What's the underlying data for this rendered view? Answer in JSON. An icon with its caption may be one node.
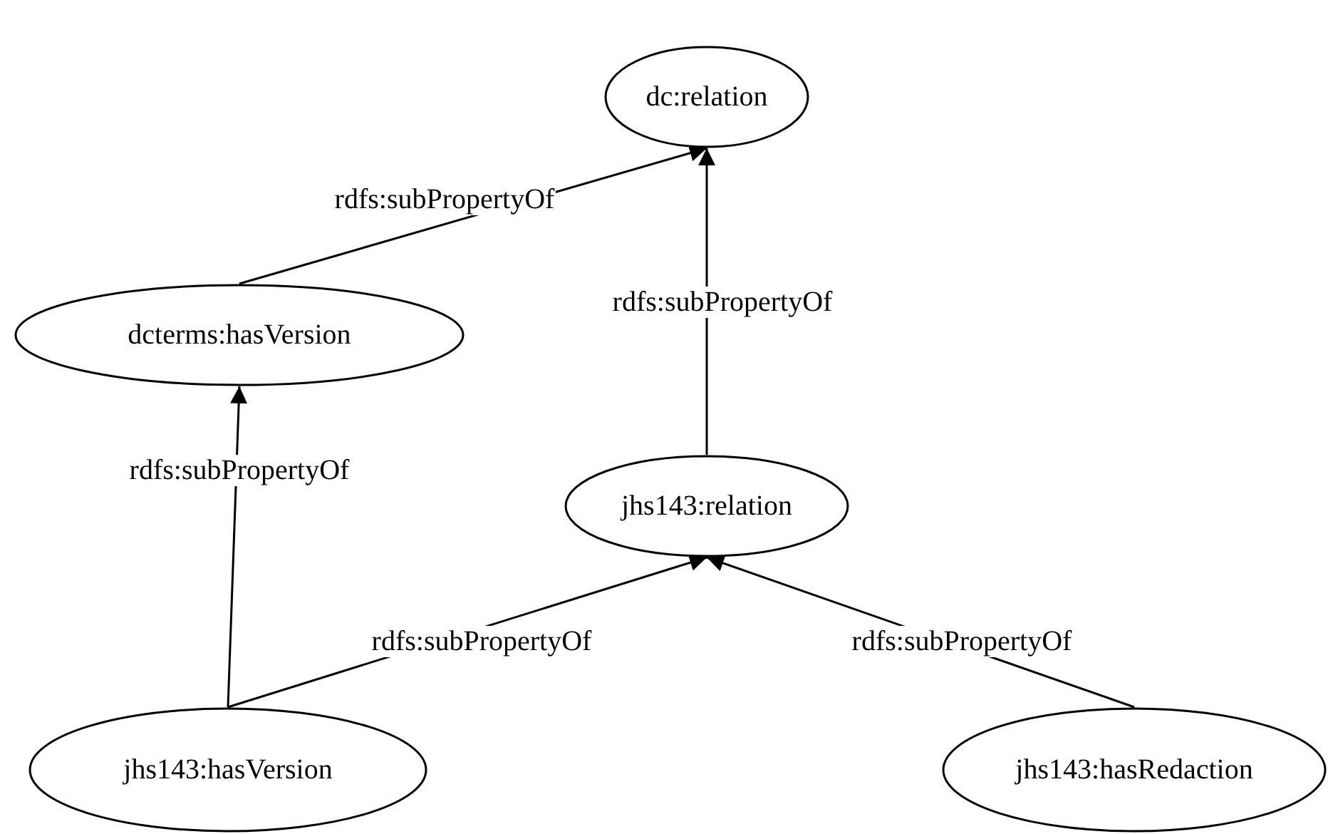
{
  "diagram": {
    "nodes": [
      {
        "text": [
          "dc:relation"
        ]
      },
      {
        "text": [
          "dcterms:hasVersion"
        ]
      },
      {
        "text": [
          "jhs143:relation"
        ]
      },
      {
        "text": [
          "jhs143:hasVersion"
        ]
      },
      {
        "text": [
          "jhs143:hasRedaction"
        ]
      }
    ],
    "edges": [
      {
        "from": 1,
        "to": 0,
        "arrow": "to",
        "label": "rdfs:subPropertyOf"
      },
      {
        "from": 2,
        "to": 0,
        "arrow": "to",
        "label": "rdfs:subPropertyOf"
      },
      {
        "from": 3,
        "to": 1,
        "arrow": "to",
        "label": "rdfs:subPropertyOf"
      },
      {
        "from": 3,
        "to": 2,
        "arrow": "to",
        "label": "rdfs:subPropertyOf"
      },
      {
        "from": 4,
        "to": 2,
        "arrow": "to",
        "label": "rdfs:subPropertyOf"
      }
    ]
  }
}
